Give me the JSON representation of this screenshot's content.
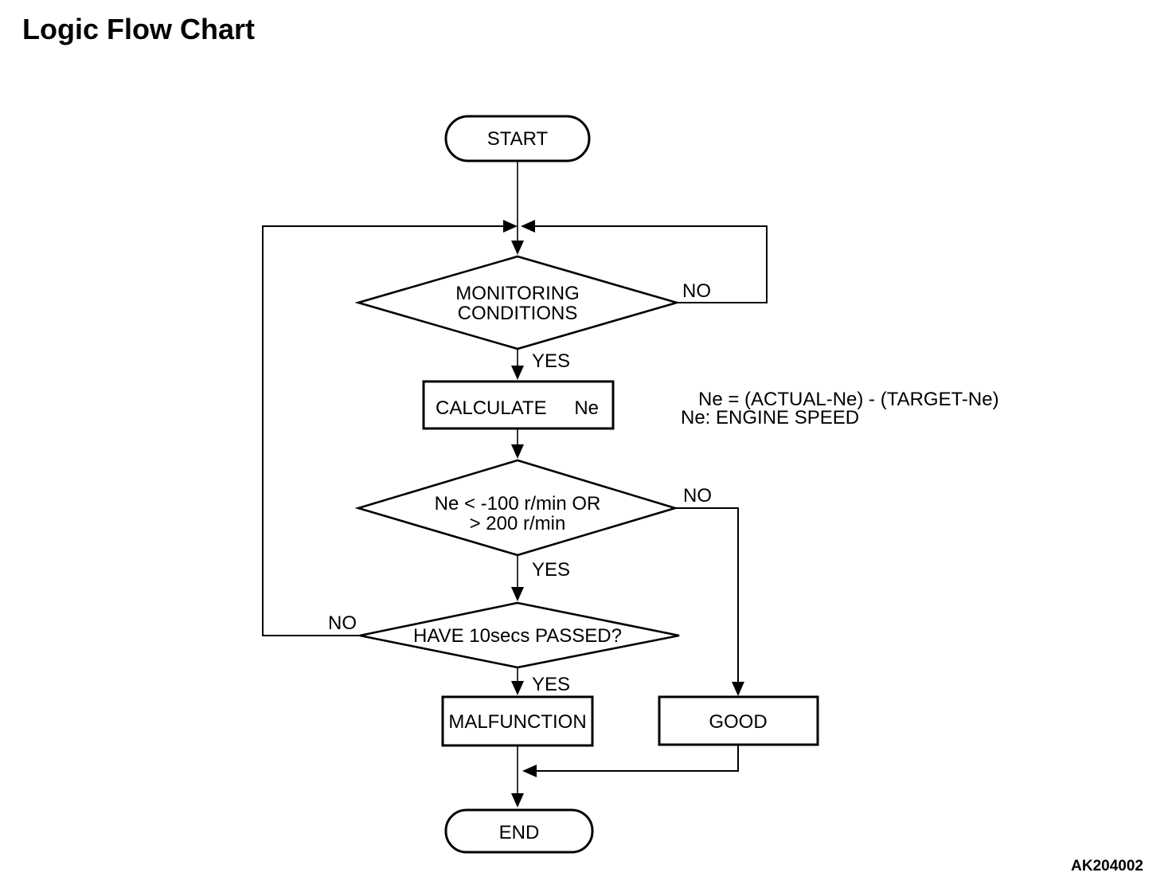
{
  "title": "Logic Flow Chart",
  "figure_code": "AK204002",
  "nodes": {
    "start": {
      "label": "START"
    },
    "monitoring_conditions": {
      "line1": "MONITORING",
      "line2": "CONDITIONS"
    },
    "calculate": {
      "label": "CALCULATE",
      "variable": "Ne"
    },
    "ne_check": {
      "line1": "Ne < -100 r/min OR",
      "line2": "> 200 r/min"
    },
    "ten_secs": {
      "label": "HAVE 10secs PASSED?"
    },
    "malfunction": {
      "label": "MALFUNCTION"
    },
    "good": {
      "label": "GOOD"
    },
    "end": {
      "label": "END"
    }
  },
  "branch_labels": {
    "monitoring_no": "NO",
    "monitoring_yes": "YES",
    "ne_check_no": "NO",
    "ne_check_yes": "YES",
    "ten_secs_no": "NO",
    "ten_secs_yes": "YES"
  },
  "annotation": {
    "formula": "Ne = (ACTUAL-Ne) - (TARGET-Ne)",
    "definition": "Ne: ENGINE SPEED"
  },
  "colors": {
    "ink": "#000000",
    "paper": "#ffffff"
  }
}
